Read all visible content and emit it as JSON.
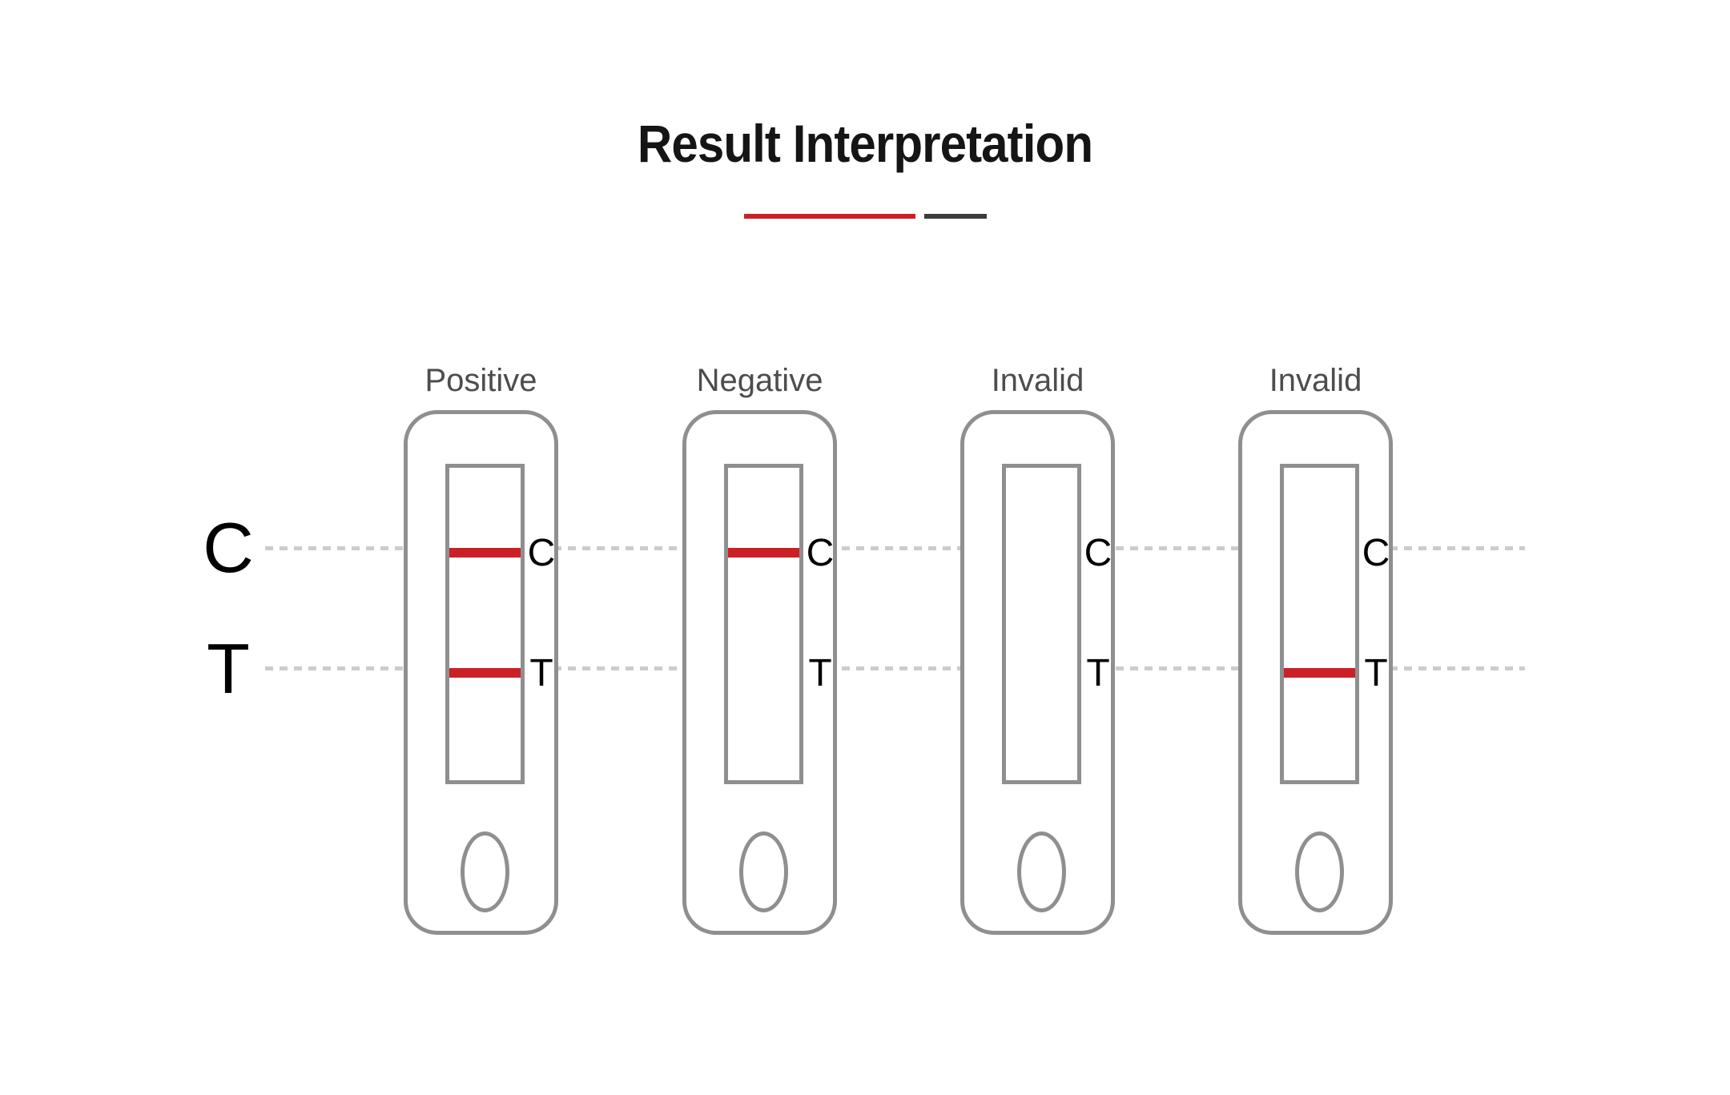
{
  "title": {
    "text": "Result Interpretation"
  },
  "axis_labels": {
    "control": "C",
    "test": "T"
  },
  "cassettes": [
    {
      "label": "Positive",
      "window_letters": {
        "c": "C",
        "t": "T"
      },
      "lines": {
        "c": true,
        "t": true
      }
    },
    {
      "label": "Negative",
      "window_letters": {
        "c": "C",
        "t": "T"
      },
      "lines": {
        "c": true,
        "t": false
      }
    },
    {
      "label": "Invalid",
      "window_letters": {
        "c": "C",
        "t": "T"
      },
      "lines": {
        "c": false,
        "t": false
      }
    },
    {
      "label": "Invalid",
      "window_letters": {
        "c": "C",
        "t": "T"
      },
      "lines": {
        "c": false,
        "t": true
      }
    }
  ],
  "colors": {
    "line-red": "#CD2026",
    "divider-dark": "#3B3B3D",
    "casing-gray": "#8F8F8F",
    "label-gray": "#4D4D4D",
    "dash-gray": "#CCCCCC",
    "text-black": "#151515"
  }
}
